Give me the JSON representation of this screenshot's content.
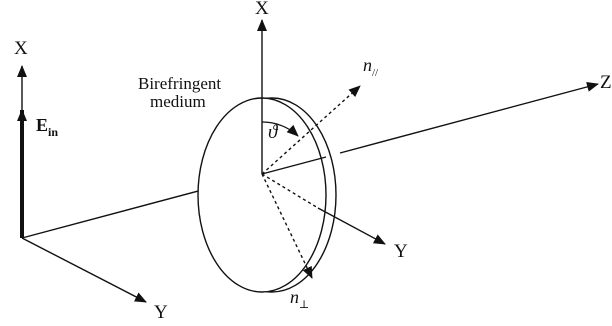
{
  "diagram": {
    "left_frame": {
      "x_axis_label": "X",
      "y_axis_label": "Y",
      "field_label": "E",
      "field_subscript": "in"
    },
    "center_frame": {
      "x_axis_label": "X",
      "y_axis_label": "Y",
      "z_axis_label": "Z"
    },
    "medium_label_line1": "Birefringent",
    "medium_label_line2": "medium",
    "angle_label": "ϑ",
    "n_parallel_label": "n",
    "n_parallel_subscript": "//",
    "n_perp_label": "n",
    "n_perp_subscript": "⊥",
    "colors": {
      "ink": "#111111",
      "background": "#ffffff"
    }
  }
}
